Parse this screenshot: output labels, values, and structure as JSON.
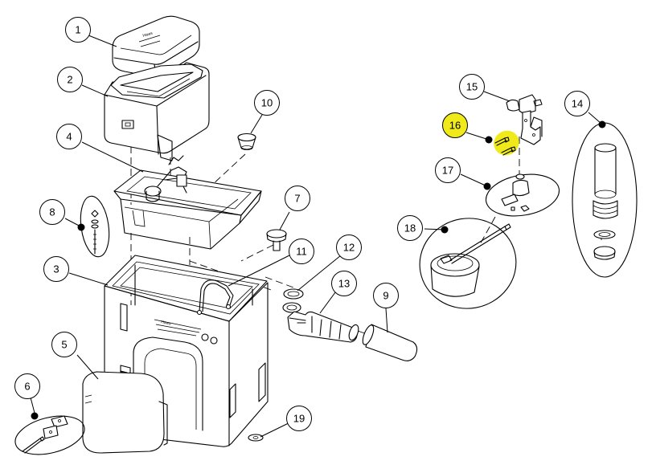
{
  "diagram": {
    "highlight_color": "#f0ea1a",
    "lid_text": "Haws",
    "unit_text_line1": "Haws",
    "unit_text_line2": "",
    "callouts": [
      {
        "id": "callout-1",
        "label": "1",
        "highlighted": false
      },
      {
        "id": "callout-2",
        "label": "2",
        "highlighted": false
      },
      {
        "id": "callout-3",
        "label": "3",
        "highlighted": false
      },
      {
        "id": "callout-4",
        "label": "4",
        "highlighted": false
      },
      {
        "id": "callout-5",
        "label": "5",
        "highlighted": false
      },
      {
        "id": "callout-6",
        "label": "6",
        "highlighted": false
      },
      {
        "id": "callout-7",
        "label": "7",
        "highlighted": false
      },
      {
        "id": "callout-8",
        "label": "8",
        "highlighted": false
      },
      {
        "id": "callout-9",
        "label": "9",
        "highlighted": false
      },
      {
        "id": "callout-10",
        "label": "10",
        "highlighted": false
      },
      {
        "id": "callout-11",
        "label": "11",
        "highlighted": false
      },
      {
        "id": "callout-12",
        "label": "12",
        "highlighted": false
      },
      {
        "id": "callout-13",
        "label": "13",
        "highlighted": false
      },
      {
        "id": "callout-14",
        "label": "14",
        "highlighted": false
      },
      {
        "id": "callout-15",
        "label": "15",
        "highlighted": false
      },
      {
        "id": "callout-16",
        "label": "16",
        "highlighted": true
      },
      {
        "id": "callout-17",
        "label": "17",
        "highlighted": false
      },
      {
        "id": "callout-18",
        "label": "18",
        "highlighted": false
      },
      {
        "id": "callout-19",
        "label": "19",
        "highlighted": false
      }
    ]
  }
}
